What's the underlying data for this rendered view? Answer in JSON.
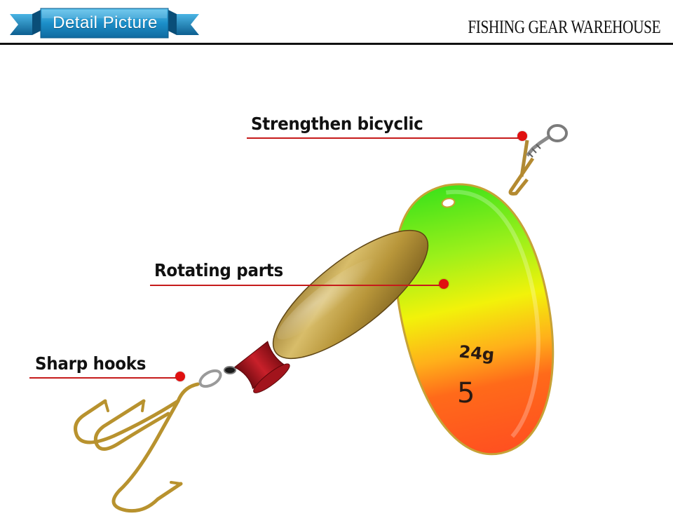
{
  "header": {
    "banner_title": "Detail  Picture",
    "brand": "FISHING GEAR WAREHOUSE",
    "banner_color": "#1c8fc9"
  },
  "blade": {
    "weight_label": "24g",
    "size_label": "5"
  },
  "callouts": [
    {
      "label": "Strengthen bicyclic"
    },
    {
      "label": "Rotating parts"
    },
    {
      "label": "Sharp hooks"
    }
  ],
  "colors": {
    "callout_red": "#c61b1b",
    "blade_top": "#3ee21a",
    "blade_mid": "#f2f20a",
    "blade_bottom": "#ff5a1a",
    "body_brass": "#b8963a",
    "collar_red": "#b3121c"
  }
}
